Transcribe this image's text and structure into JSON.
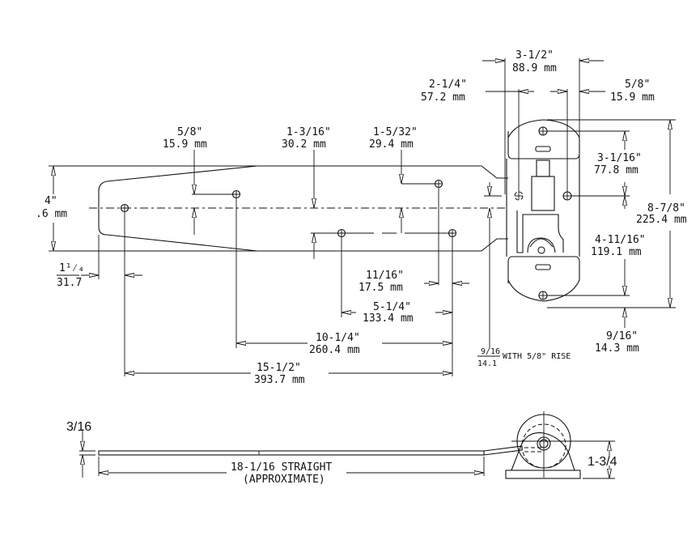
{
  "drawing": {
    "title": "Hinge dimension drawing",
    "top_view": {
      "dims": {
        "overall_width": {
          "in": "3-1/2\"",
          "mm": "88.9 mm"
        },
        "pin_offset": {
          "in": "2-1/4\"",
          "mm": "57.2 mm"
        },
        "flange_edge": {
          "in": "5/8\"",
          "mm": "15.9 mm"
        },
        "hole_offset_1": {
          "in": "5/8\"",
          "mm": "15.9 mm"
        },
        "hole_offset_2": {
          "in": "1-3/16\"",
          "mm": "30.2 mm"
        },
        "hole_offset_3": {
          "in": "1-5/32\"",
          "mm": "29.4 mm"
        },
        "strap_width": {
          "in": "4\"",
          "mm": ".6 mm"
        },
        "end_offset": {
          "in": "1¹⁄₄",
          "mm": "31.7"
        },
        "upper_hole": {
          "in": "3-1/16\"",
          "mm": "77.8 mm"
        },
        "overall_height": {
          "in": "8-7/8\"",
          "mm": "225.4 mm"
        },
        "lower_hole": {
          "in": "4-11/16\"",
          "mm": "119.1 mm"
        },
        "hole_spacing_small": {
          "in": "11/16\"",
          "mm": "17.5 mm"
        },
        "hole_spacing_a": {
          "in": "5-1/4\"",
          "mm": "133.4 mm"
        },
        "hole_spacing_b": {
          "in": "10-1/4\"",
          "mm": "260.4 mm"
        },
        "hole_spacing_c": {
          "in": "15-1/2\"",
          "mm": "393.7 mm"
        },
        "bottom_edge": {
          "in": "9/16\"",
          "mm": "14.3 mm"
        },
        "rise": {
          "in": "9/16",
          "mm": "14.1",
          "note": "WITH 5/8\" RISE"
        }
      }
    },
    "side_view": {
      "thickness": "3/16",
      "length_line1": "18-1/16 STRAIGHT",
      "length_line2": "(APPROXIMATE)",
      "height": "1-3/4"
    }
  }
}
